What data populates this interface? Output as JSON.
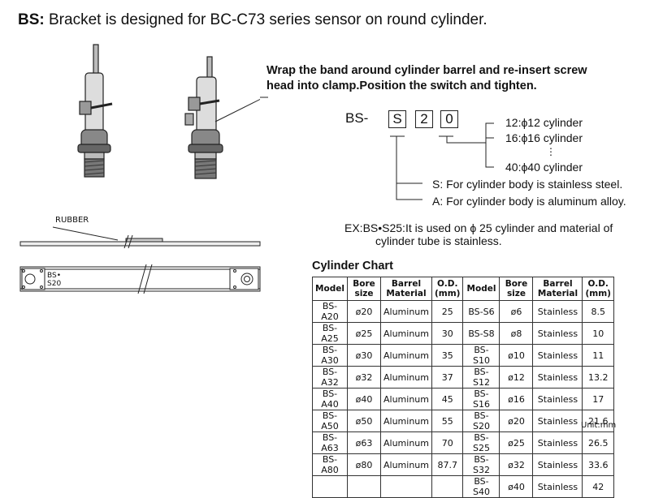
{
  "heading": {
    "prefix": "BS:",
    "text": " Bracket is designed for BC-C73 series sensor on round cylinder."
  },
  "instruction": {
    "line1": "Wrap the band around cylinder barrel and re-insert screw",
    "line2": "head into clamp.Position the switch and tighten."
  },
  "code": {
    "prefix": "BS-",
    "box1": "S",
    "box2": "2",
    "box3": "0",
    "size_options": [
      "12:ϕ12 cylinder",
      "16:ϕ16 cylinder",
      "⋮",
      "40:ϕ40 cylinder"
    ],
    "material_options": [
      "S: For cylinder body is stainless steel.",
      "A: For cylinder body is aluminum alloy."
    ]
  },
  "example": {
    "line1": "EX:BS•S25:It is used on ϕ 25 cylinder and material  of",
    "line2": "cylinder tube is stainless."
  },
  "drawing": {
    "rubber_label": "RUBBER",
    "bracket_label_line1": "BS•",
    "bracket_label_line2": "S20"
  },
  "chart": {
    "title": "Cylinder Chart",
    "headers": [
      "Model",
      "Bore size",
      "Barrel Material",
      "O.D. (mm)",
      "Model",
      "Bore size",
      "Barrel Material",
      "O.D. (mm)"
    ],
    "rows": [
      [
        "BS-A20",
        "ø20",
        "Aluminum",
        "25",
        "BS-S6",
        "ø6",
        "Stainless",
        "8.5"
      ],
      [
        "BS-A25",
        "ø25",
        "Aluminum",
        "30",
        "BS-S8",
        "ø8",
        "Stainless",
        "10"
      ],
      [
        "BS-A30",
        "ø30",
        "Aluminum",
        "35",
        "BS-S10",
        "ø10",
        "Stainless",
        "11"
      ],
      [
        "BS-A32",
        "ø32",
        "Aluminum",
        "37",
        "BS-S12",
        "ø12",
        "Stainless",
        "13.2"
      ],
      [
        "BS-A40",
        "ø40",
        "Aluminum",
        "45",
        "BS-S16",
        "ø16",
        "Stainless",
        "17"
      ],
      [
        "BS-A50",
        "ø50",
        "Aluminum",
        "55",
        "BS-S20",
        "ø20",
        "Stainless",
        "21.6"
      ],
      [
        "BS-A63",
        "ø63",
        "Aluminum",
        "70",
        "BS-S25",
        "ø25",
        "Stainless",
        "26.5"
      ],
      [
        "BS-A80",
        "ø80",
        "Aluminum",
        "87.7",
        "BS-S32",
        "ø32",
        "Stainless",
        "33.6"
      ],
      [
        "",
        "",
        "",
        "",
        "BS-S40",
        "ø40",
        "Stainless",
        "42"
      ]
    ],
    "unit": "Unit:mm"
  }
}
